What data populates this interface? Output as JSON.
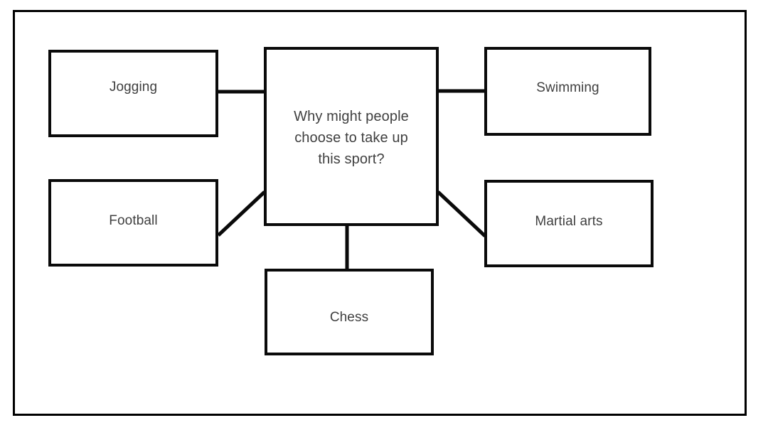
{
  "diagram": {
    "type": "mind-map",
    "title_text": "Why might people choose to take up this sport?",
    "frame": {
      "name": "outer-border",
      "stroke_color": "#000000"
    },
    "style": {
      "box_stroke_color": "#0a0a0a",
      "box_fill_color": "#ffffff",
      "text_color": "#404040",
      "connector_color": "#0a0a0a",
      "background_color": "#ffffff"
    },
    "center": {
      "id": "center",
      "label": "Why might people\nchoose to take up\nthis sport?"
    },
    "nodes": [
      {
        "id": "jogging",
        "label": "Jogging",
        "position": "top-left",
        "connector": "horizontal"
      },
      {
        "id": "swimming",
        "label": "Swimming",
        "position": "top-right",
        "connector": "horizontal"
      },
      {
        "id": "football",
        "label": "Football",
        "position": "bottom-left",
        "connector": "diagonal"
      },
      {
        "id": "martial-arts",
        "label": "Martial arts",
        "position": "bottom-right",
        "connector": "diagonal"
      },
      {
        "id": "chess",
        "label": "Chess",
        "position": "bottom",
        "connector": "vertical"
      }
    ],
    "connectors": [
      {
        "id": "center-to-jogging",
        "from": "center",
        "to": "jogging"
      },
      {
        "id": "center-to-swimming",
        "from": "center",
        "to": "swimming"
      },
      {
        "id": "center-to-football",
        "from": "center",
        "to": "football"
      },
      {
        "id": "center-to-martial-arts",
        "from": "center",
        "to": "martial-arts"
      },
      {
        "id": "center-to-chess",
        "from": "center",
        "to": "chess"
      }
    ]
  }
}
